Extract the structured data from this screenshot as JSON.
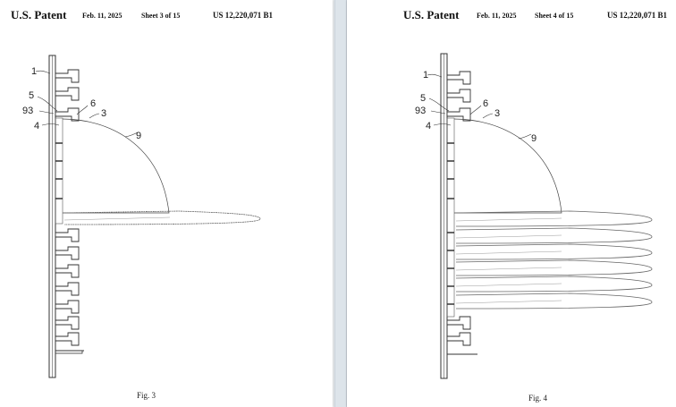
{
  "sheets": [
    {
      "patent_label": "U.S. Patent",
      "date": "Feb. 11, 2025",
      "sheet": "Sheet 3 of 15",
      "patent_number": "US 12,220,071 B1",
      "figure_caption": "Fig. 3",
      "ref_labels": [
        "1",
        "5",
        "93",
        "6",
        "3",
        "4",
        "9"
      ]
    },
    {
      "patent_label": "U.S. Patent",
      "date": "Feb. 11, 2025",
      "sheet": "Sheet 4 of 15",
      "patent_number": "US 12,220,071 B1",
      "figure_caption": "Fig. 4",
      "ref_labels": [
        "1",
        "5",
        "93",
        "6",
        "3",
        "4",
        "9"
      ]
    }
  ]
}
